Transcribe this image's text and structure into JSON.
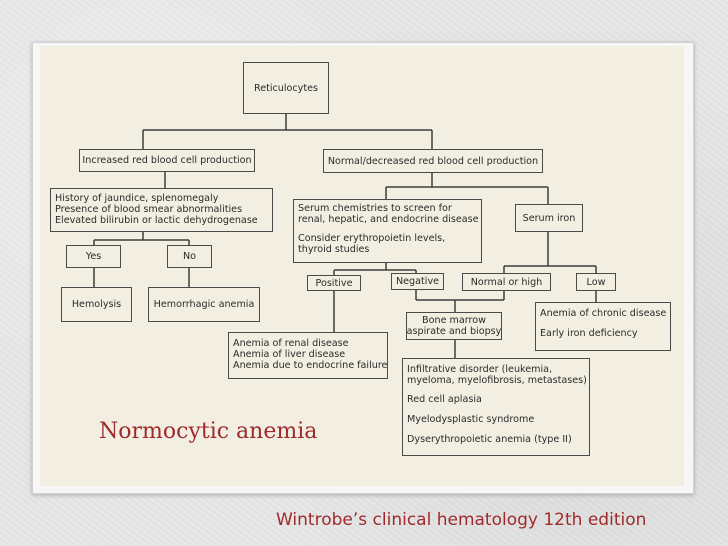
{
  "slide": {
    "title": "Normocytic anemia",
    "caption": "Wintrobe’s clinical hematology 12th edition"
  },
  "flowchart": {
    "root": "Reticulocytes",
    "increased": "Increased red blood cell production",
    "normal_decreased": "Normal/decreased red blood cell production",
    "history": [
      "History of jaundice, splenomegaly",
      "Presence of blood smear abnormalities",
      "Elevated bilirubin or lactic dehydrogenase"
    ],
    "yes": "Yes",
    "no": "No",
    "hemolysis": "Hemolysis",
    "hemorrhagic": "Hemorrhagic anemia",
    "serum_chem": [
      "Serum chemistries to screen for",
      "renal, hepatic, and endocrine disease",
      "Consider erythropoietin levels,",
      "thyroid studies"
    ],
    "serum_iron": "Serum iron",
    "positive": "Positive",
    "negative": "Negative",
    "normal_high": "Normal or high",
    "low": "Low",
    "renal_liver_endo": [
      "Anemia of renal disease",
      "Anemia of liver disease",
      "Anemia due to endocrine failure"
    ],
    "bone_marrow": [
      "Bone marrow",
      "aspirate and biopsy"
    ],
    "chronic": [
      "Anemia of chronic disease",
      "Early iron deficiency"
    ],
    "infiltrative": [
      "Infiltrative disorder (leukemia,",
      "myeloma, myelofibrosis, metastases)",
      "Red cell aplasia",
      "Myelodysplastic syndrome",
      "Dyserythropoietic anemia (type II)"
    ]
  }
}
